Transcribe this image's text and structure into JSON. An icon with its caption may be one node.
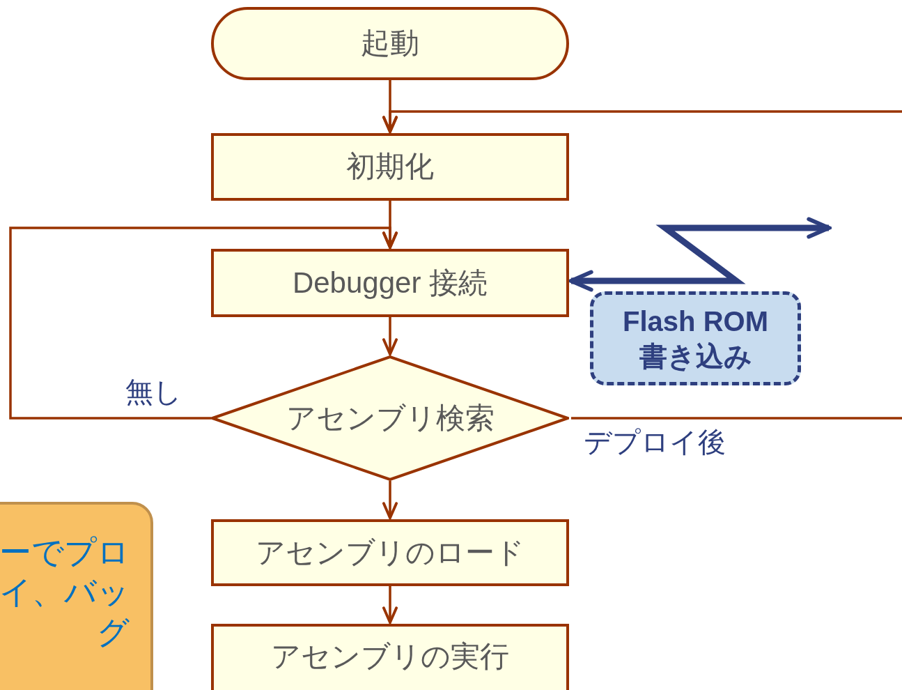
{
  "diagram": {
    "nodes": [
      {
        "text": [
          "起動"
        ]
      },
      {
        "text": [
          "初期化"
        ]
      },
      {
        "text": [
          "Debugger 接続"
        ]
      },
      {
        "text": [
          "アセンブリ検索"
        ]
      },
      {
        "text": [
          "アセンブリのロード"
        ]
      },
      {
        "text": [
          "アセンブリの実行"
        ]
      },
      {
        "text": [
          "Flash ROM 書き込み"
        ]
      },
      {
        "text": [
          "ーでプロイ、バッグ"
        ]
      }
    ],
    "edges": [
      {
        "from": 0,
        "to": 1,
        "arrow": "to"
      },
      {
        "from": null,
        "to": 1,
        "arrow": "to"
      },
      {
        "from": 1,
        "to": 2,
        "arrow": "to"
      },
      {
        "from": 3,
        "to": 2,
        "arrow": "to",
        "label": "無し"
      },
      {
        "from": 2,
        "to": 3,
        "arrow": "to"
      },
      {
        "from": 3,
        "to": null,
        "arrow": "none",
        "label": "デプロイ後"
      },
      {
        "from": 3,
        "to": 4,
        "arrow": "to"
      },
      {
        "from": 4,
        "to": 5,
        "arrow": "to"
      },
      {
        "from": 2,
        "to": null,
        "arrow": "both",
        "style": "thick",
        "color": "#2e3f7f"
      }
    ]
  }
}
